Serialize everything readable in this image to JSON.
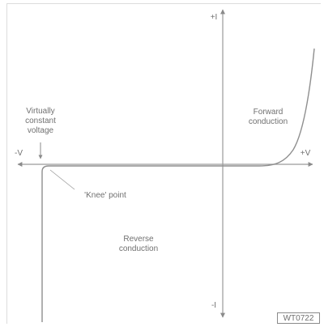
{
  "diagram": {
    "axis_labels": {
      "pos_i": "+I",
      "neg_i": "-I",
      "neg_v": "-V",
      "pos_v": "+V"
    },
    "regions": {
      "forward": "Forward conduction",
      "reverse": "Reverse conduction",
      "constant_voltage": "Virtually constant voltage",
      "knee": "'Knee' point"
    },
    "figure_id": "WT0722"
  }
}
